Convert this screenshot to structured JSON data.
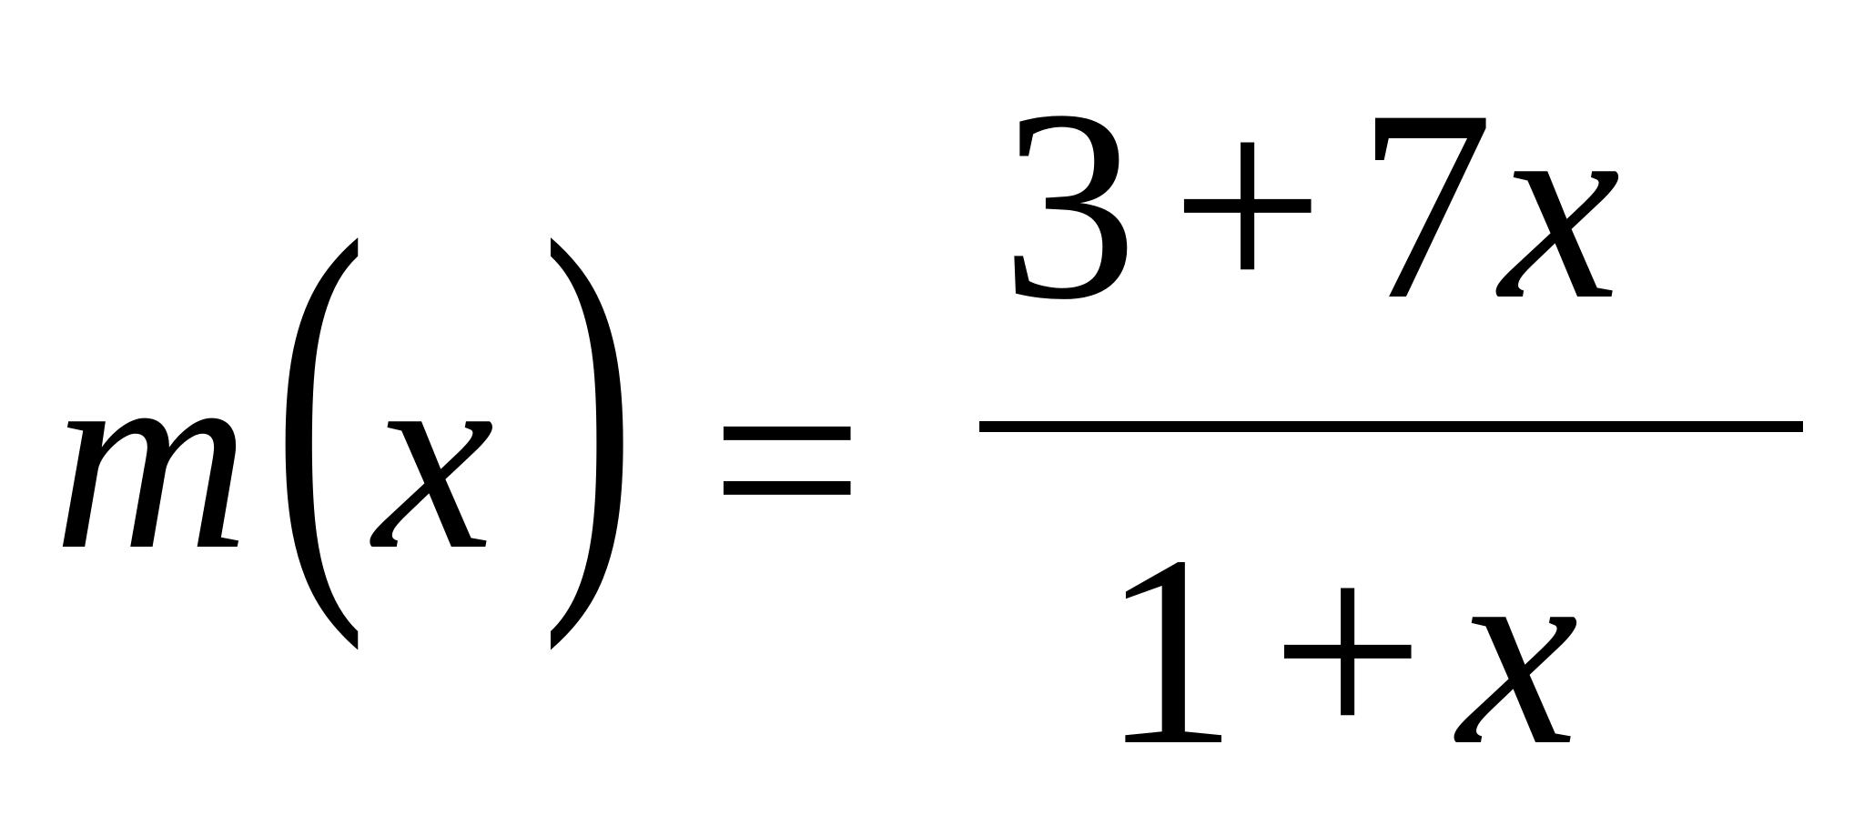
{
  "equation": {
    "function_name": "m",
    "open_paren": "(",
    "variable": "x",
    "close_paren": ")",
    "equals": "=",
    "numerator": {
      "constant": "3",
      "operator": "+",
      "coefficient": "7",
      "variable": "x"
    },
    "denominator": {
      "constant": "1",
      "operator": "+",
      "variable": "x"
    }
  }
}
